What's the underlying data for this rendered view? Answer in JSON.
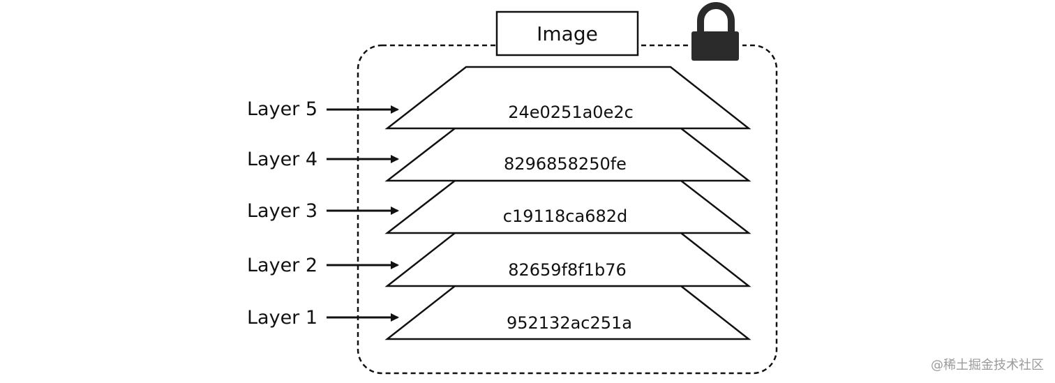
{
  "image": {
    "title": "Image"
  },
  "layers": [
    {
      "label": "Layer 5",
      "hash": "24e0251a0e2c"
    },
    {
      "label": "Layer 4",
      "hash": "8296858250fe"
    },
    {
      "label": "Layer 3",
      "hash": "c19118ca682d"
    },
    {
      "label": "Layer 2",
      "hash": "82659f8f1b76"
    },
    {
      "label": "Layer 1",
      "hash": "952132ac251a"
    }
  ],
  "lock": {
    "icon": "lock-icon"
  },
  "watermark": "@稀土掘金技术社区"
}
